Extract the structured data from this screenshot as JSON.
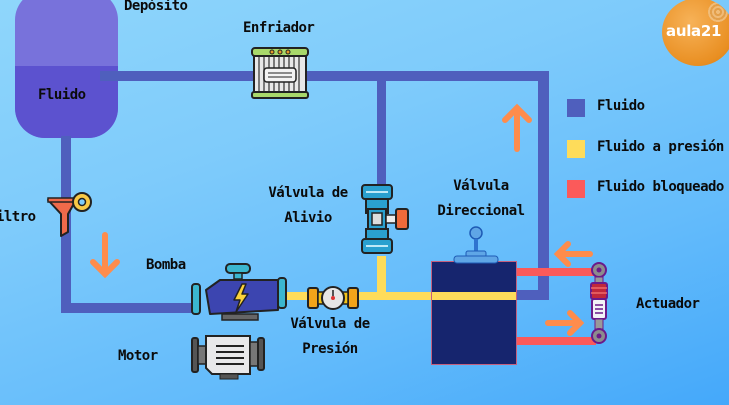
{
  "labels": {
    "deposito": "Depósito",
    "fluido_tank": "Fluido",
    "enfriador": "Enfriador",
    "filtro": "Filtro",
    "bomba": "Bomba",
    "motor": "Motor",
    "valvula_alivio_1": "Válvula de",
    "valvula_alivio_2": "Alivio",
    "valvula_presion_1": "Válvula de",
    "valvula_presion_2": "Presión",
    "valvula_direccional_1": "Válvula",
    "valvula_direccional_2": "Direccional",
    "actuador": "Actuador"
  },
  "legend": {
    "items": [
      {
        "label": "Fluido",
        "color": "#4f5fbd"
      },
      {
        "label": "Fluido a presión",
        "color": "#fedc5a"
      },
      {
        "label": "Fluido bloqueado",
        "color": "#fb5a5a"
      }
    ]
  },
  "logo": {
    "text": "aula21"
  },
  "icons": {
    "arrow_color": "#fe8c4c"
  }
}
